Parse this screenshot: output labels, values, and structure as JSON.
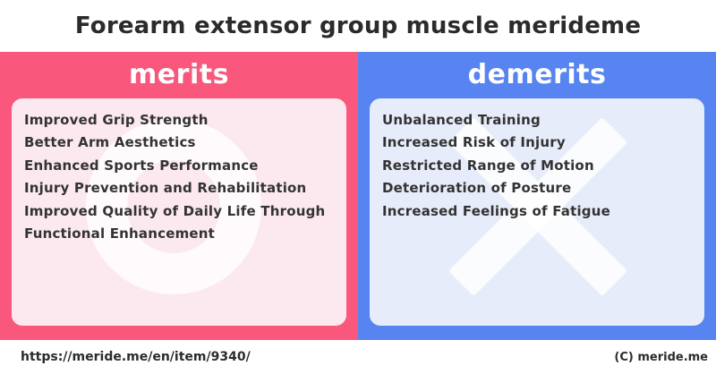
{
  "title": "Forearm extensor group muscle merideme",
  "merits": {
    "label": "merits",
    "items": [
      "Improved Grip Strength",
      "Better Arm Aesthetics",
      "Enhanced Sports Performance",
      "Injury Prevention and Rehabilitation",
      "Improved Quality of Daily Life Through Functional Enhancement"
    ]
  },
  "demerits": {
    "label": "demerits",
    "items": [
      "Unbalanced Training",
      "Increased Risk of Injury",
      "Restricted Range of Motion",
      "Deterioration of Posture",
      "Increased Feelings of Fatigue"
    ]
  },
  "icons": {
    "merits_watermark": "circle-icon",
    "demerits_watermark": "cross-icon"
  },
  "colors": {
    "merits_accent": "#f9587c",
    "demerits_accent": "#5784f0",
    "merits_content_bg": "#fbe9ef",
    "demerits_content_bg": "#e7ecfa",
    "text": "#333333",
    "title_text": "#2b2b2b",
    "heading_text": "#ffffff"
  },
  "footer": {
    "url": "https://meride.me/en/item/9340/",
    "copyright": "(C) meride.me"
  }
}
